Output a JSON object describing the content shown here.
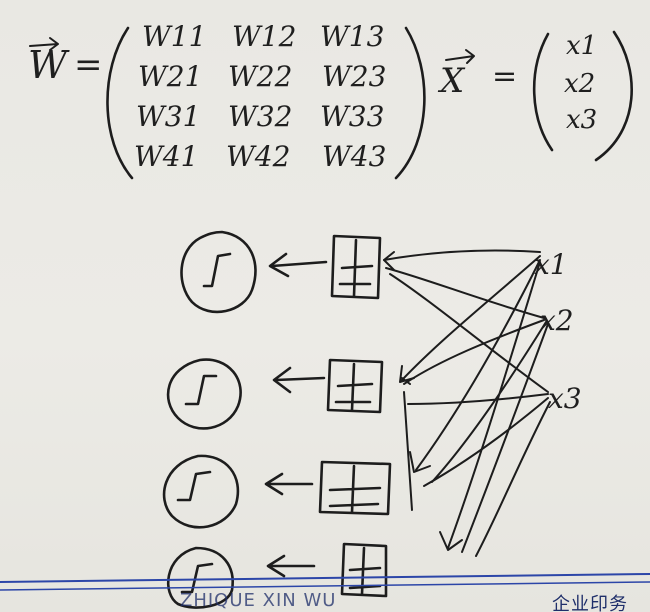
{
  "equations": {
    "w_symbol": "W",
    "x_symbol": "X",
    "w_matrix": [
      [
        "W11",
        "W12",
        "W13"
      ],
      [
        "W21",
        "W22",
        "W23"
      ],
      [
        "W31",
        "W32",
        "W33"
      ],
      [
        "W41",
        "W42",
        "W43"
      ]
    ],
    "x_vector": [
      "x1",
      "x2",
      "x3"
    ]
  },
  "diagram": {
    "inputs": [
      "x1",
      "x2",
      "x3"
    ]
  },
  "footer": {
    "left_text": "ZHIQUE XIN WU",
    "right_text": "企业印务",
    "line_color": "#2c46a8"
  }
}
